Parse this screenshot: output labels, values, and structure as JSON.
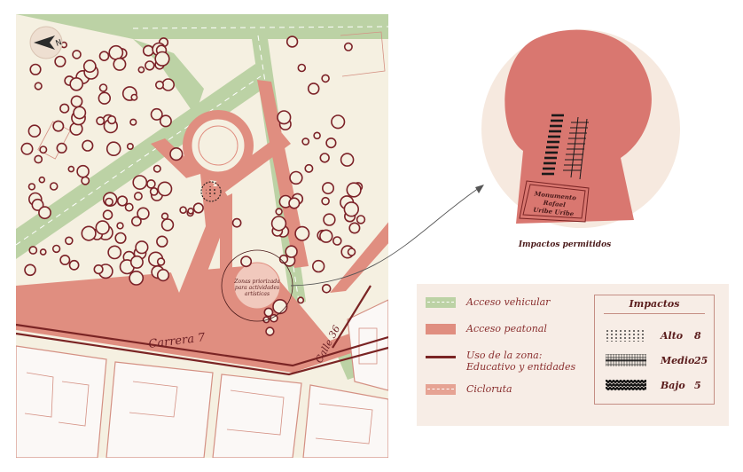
{
  "map": {
    "streets": {
      "carrera": "Carrera 7",
      "calle": "Calle 36"
    },
    "zone_label": [
      "Zonas priorizada",
      "para actividades",
      "artísticas"
    ]
  },
  "detail": {
    "monument_label": [
      "Monumento",
      "Rafael",
      "Uribe Uribe"
    ],
    "caption": "Impactos permitidos"
  },
  "legend": {
    "items": [
      {
        "label": "Acceso vehicular",
        "swatch": "vehicular",
        "color": "#bcd2a5"
      },
      {
        "label": "Acceso peatonal",
        "swatch": "peatonal",
        "color": "#e08e80"
      },
      {
        "label": "Uso de la zona: Educativo y entidades",
        "swatch": "uso",
        "color": "#7a2424"
      },
      {
        "label": "Cicloruta",
        "swatch": "cicloruta",
        "color": "#e6a394"
      }
    ],
    "impactos": {
      "title": "Impactos",
      "rows": [
        {
          "label": "Alto",
          "count": "8",
          "pattern": "dots"
        },
        {
          "label": "Medio",
          "count": "25",
          "pattern": "grid"
        },
        {
          "label": "Bajo",
          "count": "5",
          "pattern": "waves"
        }
      ]
    }
  },
  "colors": {
    "background": "#f5f0e1",
    "tree": "#7c2228",
    "pedestrian": "#e08e80",
    "vehicular": "#bcd2a5",
    "building_line": "#d49083",
    "detail_shape": "#d97770",
    "detail_bg": "#f6e9df"
  },
  "icons": {
    "north_arrow": "compass-north-icon"
  }
}
